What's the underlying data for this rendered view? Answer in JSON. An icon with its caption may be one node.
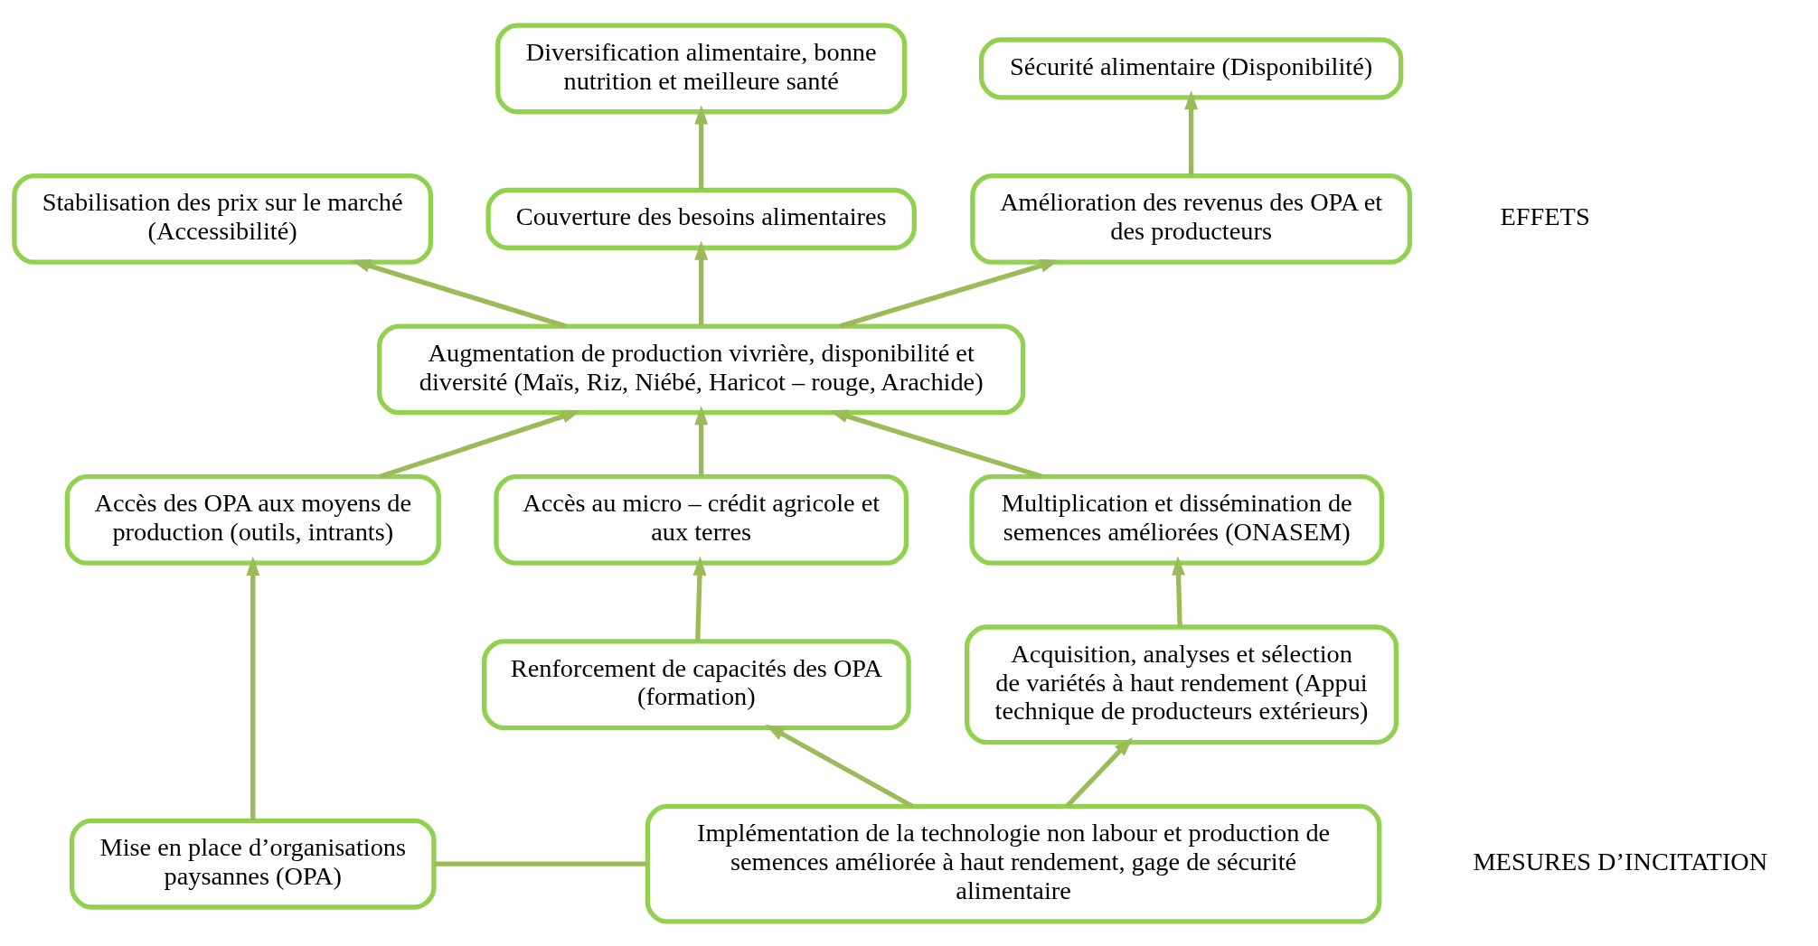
{
  "diagram": {
    "nodes": [
      {
        "text": [
          "Diversification alimentaire, bonne nutrition et meilleure santé"
        ]
      },
      {
        "text": [
          "Sécurité alimentaire (Disponibilité)"
        ]
      },
      {
        "text": [
          "Stabilisation des prix sur le marché (Accessibilité)"
        ]
      },
      {
        "text": [
          "Couverture des besoins alimentaires"
        ]
      },
      {
        "text": [
          "Amélioration des revenus des OPA et des producteurs"
        ]
      },
      {
        "text": [
          "Augmentation de production vivrière, disponibilité et diversité (Maïs, Riz, Niébé, Haricot – rouge, Arachide)"
        ]
      },
      {
        "text": [
          "Accès des OPA aux moyens de production (outils, intrants)"
        ]
      },
      {
        "text": [
          "Accès au micro – crédit agricole et aux terres"
        ]
      },
      {
        "text": [
          "Multiplication et dissémination de semences améliorées (ONASEM)"
        ]
      },
      {
        "text": [
          "Renforcement de capacités des OPA (formation)"
        ]
      },
      {
        "text": [
          "Acquisition, analyses et sélection de variétés à haut rendement (Appui technique de producteurs extérieurs)"
        ]
      },
      {
        "text": [
          "Mise en place d’organisations paysannes (OPA)"
        ]
      },
      {
        "text": [
          "Implémentation de la technologie non labour et production de semences améliorée à haut rendement, gage de sécurité alimentaire"
        ]
      }
    ],
    "edges": [
      {
        "from": 3,
        "to": 0,
        "arrow": "to"
      },
      {
        "from": 4,
        "to": 1,
        "arrow": "to"
      },
      {
        "from": 5,
        "to": 4,
        "arrow": "to"
      },
      {
        "from": 5,
        "to": 3,
        "arrow": "to"
      },
      {
        "from": 5,
        "to": 2,
        "arrow": "to"
      },
      {
        "from": 6,
        "to": 5,
        "arrow": "to"
      },
      {
        "from": 7,
        "to": 5,
        "arrow": "to"
      },
      {
        "from": 8,
        "to": 5,
        "arrow": "to"
      },
      {
        "from": 9,
        "to": 7,
        "arrow": "to"
      },
      {
        "from": 10,
        "to": 8,
        "arrow": "to"
      },
      {
        "from": 11,
        "to": 6,
        "arrow": "to"
      },
      {
        "from": 12,
        "to": 9,
        "arrow": "to"
      },
      {
        "from": 12,
        "to": 10,
        "arrow": "to"
      },
      {
        "from": 11,
        "to": 12,
        "arrow": "none"
      }
    ],
    "labels": [
      "EFFETS",
      "MESURES D’INCITATION"
    ]
  }
}
